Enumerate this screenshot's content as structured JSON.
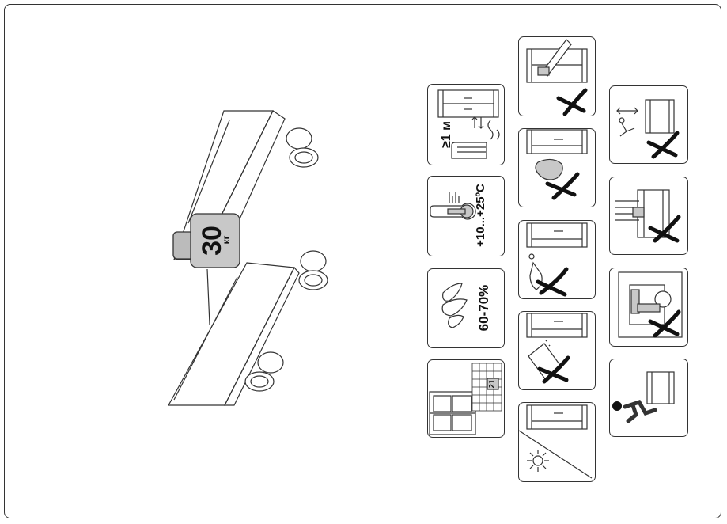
{
  "weight": {
    "value": "30",
    "unit": "кг"
  },
  "labels": {
    "distance": "≥1 м",
    "temperature": "+10...+25ºC",
    "humidity": "60-70%",
    "days": "21"
  },
  "icons": [
    "distance-from-heater-icon",
    "temperature-range-icon",
    "humidity-range-icon",
    "acclimatization-days-icon",
    "no-sharp-tools-icon",
    "no-abrasive-cleaning-icon",
    "no-solvents-icon",
    "no-powder-cleaner-icon",
    "avoid-direct-sunlight-icon",
    "no-sliding-drawer-icon",
    "no-pulling-drawer-icon",
    "no-overloading-drawer-icon",
    "do-not-climb-icon"
  ],
  "colors": {
    "line": "#333333",
    "fill_grey": "#c8c8c8",
    "background": "#ffffff"
  }
}
